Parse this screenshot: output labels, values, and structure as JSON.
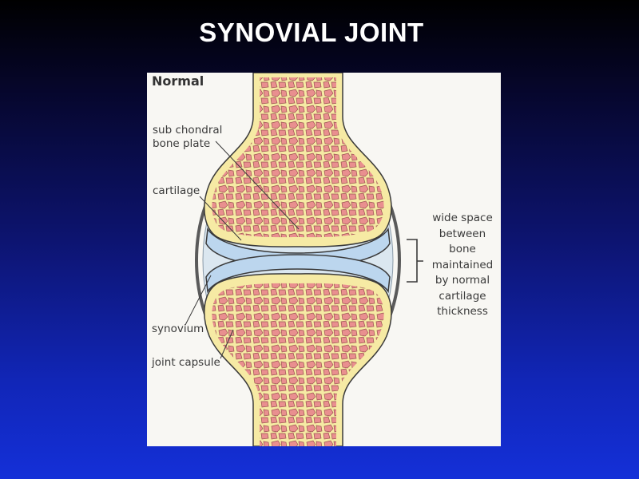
{
  "slide": {
    "title": "SYNOVIAL JOINT"
  },
  "diagram": {
    "heading": "Normal",
    "labels": {
      "subchondral": "sub chondral bone plate",
      "cartilage": "cartilage",
      "synovium": "synovium",
      "joint_capsule": "joint capsule",
      "joint_space": "wide space between bone maintained by normal cartilage thickness"
    },
    "colors": {
      "background": "#f8f7f3",
      "bone_plate": "#f6eaa4",
      "marrow_cells": "#e98f8f",
      "cartilage": "#bcd6ee",
      "synovium": "#dbe7f0",
      "capsule": "#5a5a5a"
    }
  }
}
